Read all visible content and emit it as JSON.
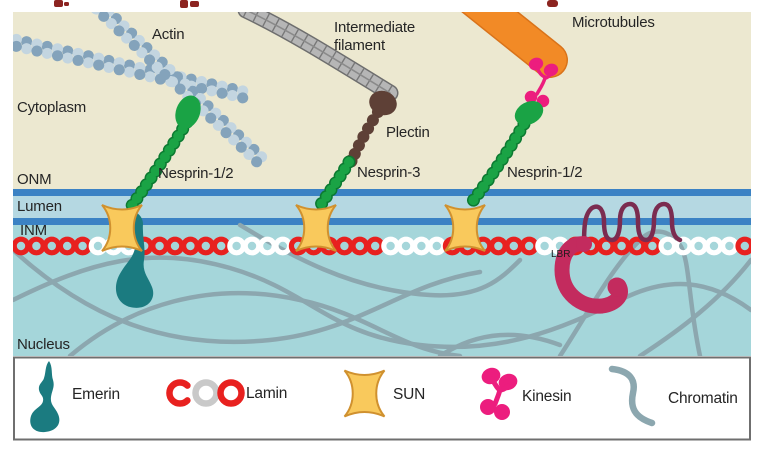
{
  "figure": {
    "labels": {
      "actin": "Actin",
      "cytoplasm": "Cytoplasm",
      "intermediate_filament_line1": "Intermediate",
      "intermediate_filament_line2": "filament",
      "microtubules": "Microtubules",
      "plectin": "Plectin",
      "nesprin12_left": "Nesprin-1/2",
      "nesprin3": "Nesprin-3",
      "nesprin12_right": "Nesprin-1/2",
      "onm": "ONM",
      "lumen": "Lumen",
      "inm": "INM",
      "nucleus": "Nucleus",
      "lbr": "LBR"
    }
  },
  "legend": {
    "items": [
      {
        "icon": "emerin-icon",
        "label": "Emerin"
      },
      {
        "icon": "lamin-icon",
        "label": "Lamin"
      },
      {
        "icon": "sun-icon",
        "label": "SUN"
      },
      {
        "icon": "kinesin-icon",
        "label": "Kinesin"
      },
      {
        "icon": "chromatin-icon",
        "label": "Chromatin"
      }
    ]
  },
  "lamin": {
    "pattern": [
      {
        "color": "red",
        "count": 5
      },
      {
        "color": "white",
        "count": 3
      },
      {
        "color": "red",
        "count": 6
      },
      {
        "color": "white",
        "count": 4
      },
      {
        "color": "red",
        "count": 6
      },
      {
        "color": "white",
        "count": 4
      },
      {
        "color": "red",
        "count": 6
      },
      {
        "color": "white",
        "count": 2
      },
      {
        "color": "red",
        "count": 6
      },
      {
        "color": "white",
        "count": 5
      },
      {
        "color": "red",
        "count": 1
      }
    ]
  },
  "colors": {
    "background": "#ffffff",
    "cytoplasm_bg": "#ece8d0",
    "membrane_blue": "#3b82c4",
    "lumen_bg": "#b5d8e2",
    "nucleus_bg": "#a5d6da",
    "lamin_red": "#e8211f",
    "lamin_white": "#ffffff",
    "sun_yellow": "#f9c95c",
    "sun_outline": "#d0912f",
    "nesprin_green": "#1aa345",
    "nesprin_green_dark": "#0c7a31",
    "emerin_teal": "#1b7b80",
    "plectin_brown": "#5e4036",
    "if_gray": "#b6b6b6",
    "if_gray_dark": "#6e6e6e",
    "actin_blue_dark": "#84a3bb",
    "actin_blue_light": "#c3d5e0",
    "microtubule_orange": "#f28a26",
    "microtubule_orange_dark": "#d9731a",
    "kinesin_pink": "#ec1d7e",
    "lbr_crimson": "#c32b5e",
    "lbr_maroon": "#7b2c50",
    "chromatin_gray": "#8ca7af",
    "legend_border": "#6f6f6f",
    "text": "#252525"
  }
}
